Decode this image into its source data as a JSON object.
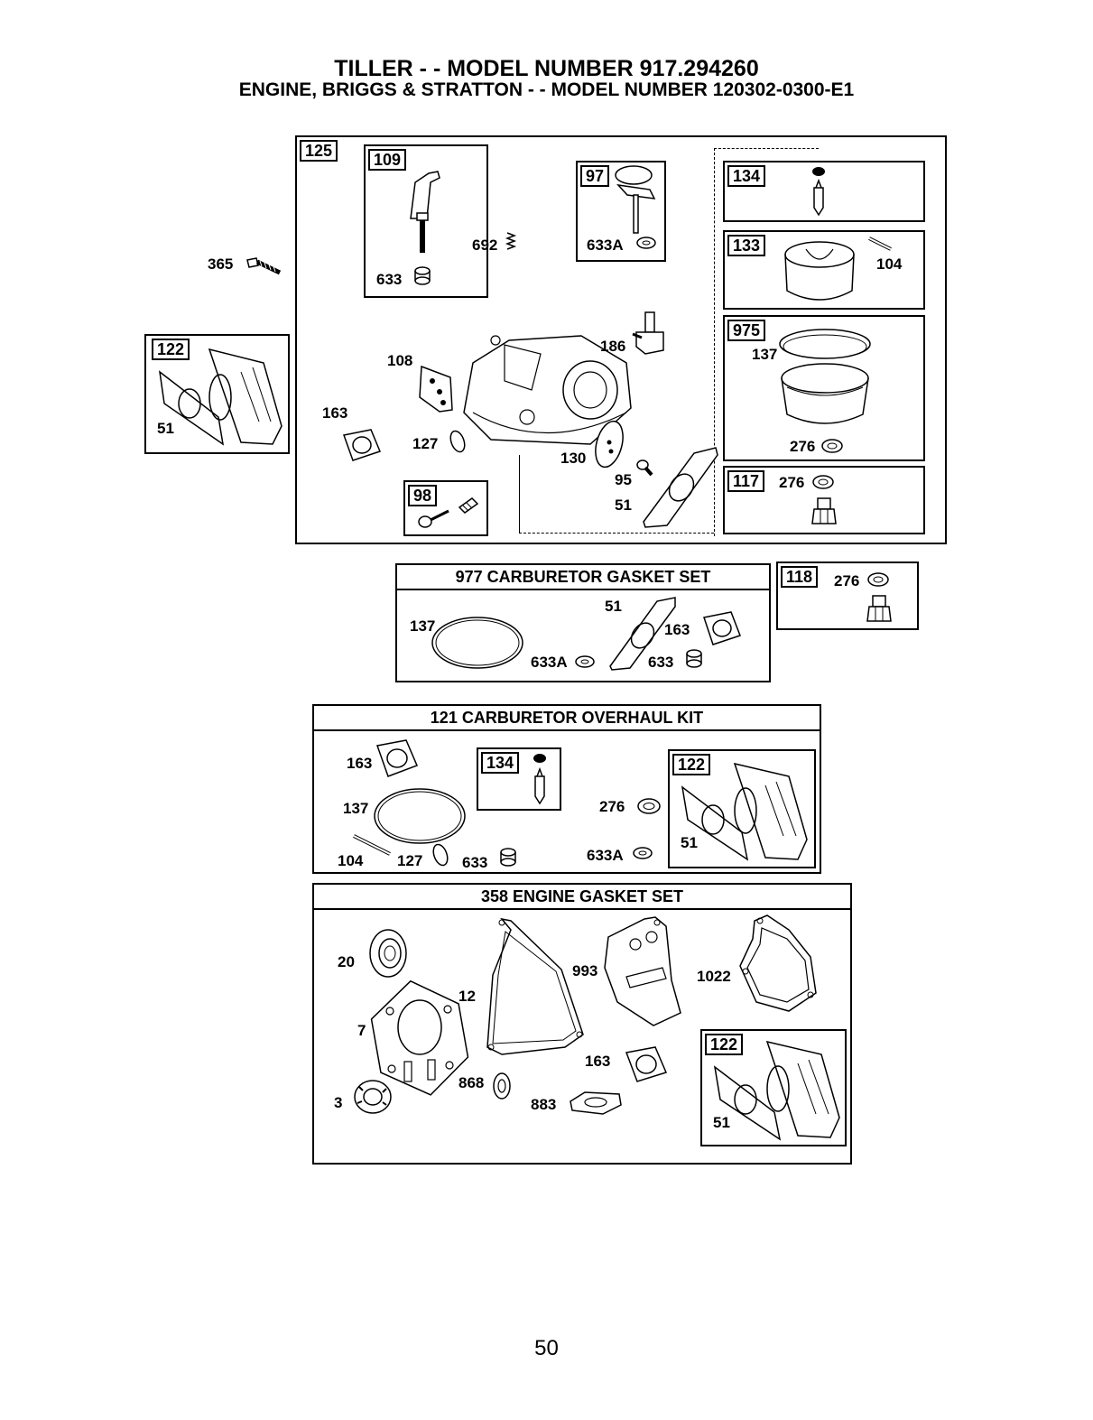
{
  "header": {
    "title": "TILLER - - MODEL NUMBER 917.294260",
    "subtitle": "ENGINE, BRIGGS & STRATTON - - MODEL NUMBER 120302-0300-E1"
  },
  "labels": {
    "p365": "365",
    "p122": "122",
    "p51": "51",
    "p125": "125",
    "p109": "109",
    "p633": "633",
    "p97": "97",
    "p633A": "633A",
    "p692": "692",
    "p186": "186",
    "p108": "108",
    "p163": "163",
    "p127": "127",
    "p130": "130",
    "p95": "95",
    "p98": "98",
    "p134": "134",
    "p133": "133",
    "p104": "104",
    "p975": "975",
    "p137": "137",
    "p276": "276",
    "p117": "117",
    "p118": "118",
    "p20": "20",
    "p7": "7",
    "p12": "12",
    "p3": "3",
    "p868": "868",
    "p883": "883",
    "p993": "993",
    "p1022": "1022"
  },
  "kits": {
    "k977": "977 CARBURETOR  GASKET SET",
    "k121": "121 CARBURETOR OVERHAUL KIT",
    "k358": "358 ENGINE GASKET SET"
  },
  "page_number": "50"
}
